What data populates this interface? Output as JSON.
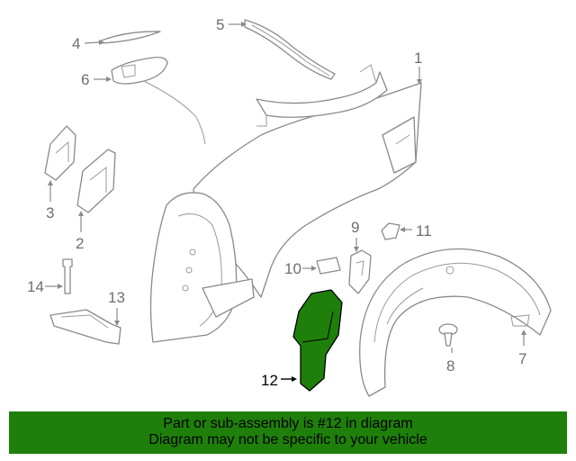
{
  "callouts": {
    "c1": "1",
    "c2": "2",
    "c3": "3",
    "c4": "4",
    "c5": "5",
    "c6": "6",
    "c7": "7",
    "c8": "8",
    "c9": "9",
    "c10": "10",
    "c11": "11",
    "c12": "12",
    "c13": "13",
    "c14": "14"
  },
  "highlight_color": "#1f7f0b",
  "footer": {
    "line1": "Part or sub-assembly is #12 in diagram",
    "line2": "Diagram may not be specific to your vehicle"
  }
}
